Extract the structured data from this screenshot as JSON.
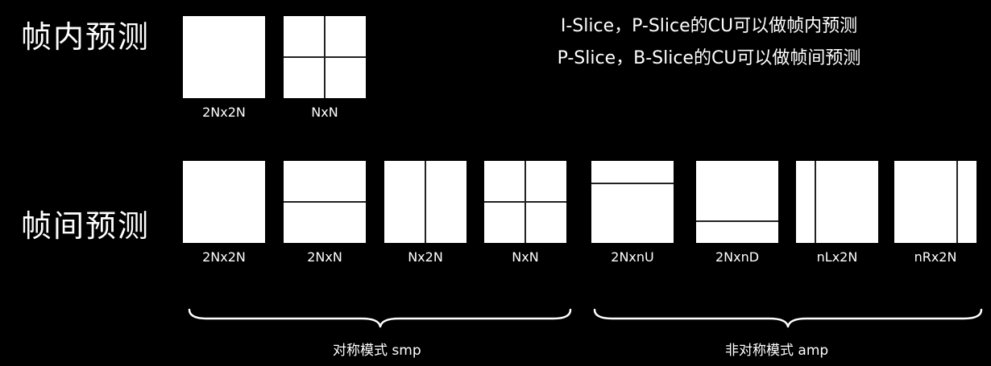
{
  "titles": {
    "intra": "帧内预测",
    "inter": "帧间预测"
  },
  "notes": {
    "line1": "I-Slice，P-Slice的CU可以做帧内预测",
    "line2": "P-Slice，B-Slice的CU可以做帧间预测"
  },
  "intra_partitions": [
    {
      "label": "2Nx2N"
    },
    {
      "label": "NxN"
    }
  ],
  "inter_partitions": [
    {
      "label": "2Nx2N"
    },
    {
      "label": "2NxN"
    },
    {
      "label": "Nx2N"
    },
    {
      "label": "NxN"
    },
    {
      "label": "2NxnU"
    },
    {
      "label": "2NxnD"
    },
    {
      "label": "nLx2N"
    },
    {
      "label": "nRx2N"
    }
  ],
  "groups": {
    "symmetric": "对称模式 smp",
    "asymmetric": "非对称模式 amp"
  },
  "colors": {
    "background": "#000000",
    "block": "#ffffff",
    "divider": "#222222",
    "text": "#ffffff"
  }
}
